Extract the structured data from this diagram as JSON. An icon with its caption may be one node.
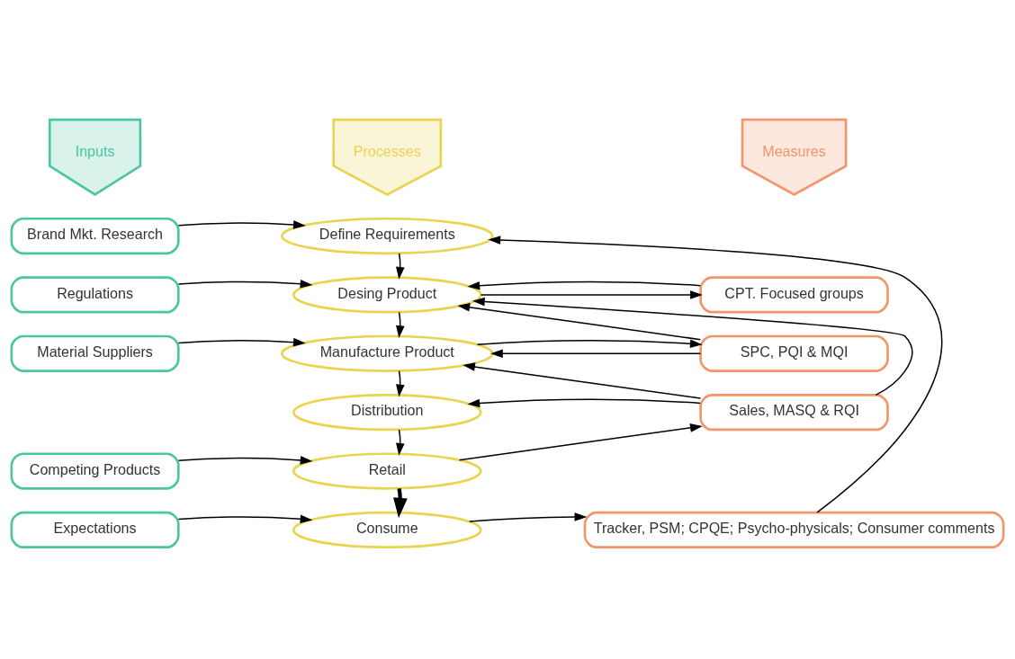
{
  "diagram": {
    "nodes": [
      {
        "text": [
          "Inputs"
        ]
      },
      {
        "text": [
          "Processes"
        ]
      },
      {
        "text": [
          "Measures"
        ]
      },
      {
        "text": [
          "Brand Mkt. Research"
        ]
      },
      {
        "text": [
          "Regulations"
        ]
      },
      {
        "text": [
          "Material Suppliers"
        ]
      },
      {
        "text": [
          "Competing Products"
        ]
      },
      {
        "text": [
          "Expectations"
        ]
      },
      {
        "text": [
          "Define Requirements"
        ]
      },
      {
        "text": [
          "Desing Product"
        ]
      },
      {
        "text": [
          "Manufacture Product"
        ]
      },
      {
        "text": [
          "Distribution"
        ]
      },
      {
        "text": [
          "Retail"
        ]
      },
      {
        "text": [
          "Consume"
        ]
      },
      {
        "text": [
          "CPT. Focused groups"
        ]
      },
      {
        "text": [
          "SPC, PQI & MQI"
        ]
      },
      {
        "text": [
          "Sales, MASQ & RQI"
        ]
      },
      {
        "text": [
          "Tracker, PSM; CPQE; Psycho-physicals; Consumer comments"
        ]
      }
    ],
    "edges": [
      {
        "from": 3,
        "to": 8,
        "arrow": "to"
      },
      {
        "from": 4,
        "to": 9,
        "arrow": "to"
      },
      {
        "from": 5,
        "to": 10,
        "arrow": "to"
      },
      {
        "from": 6,
        "to": 12,
        "arrow": "to"
      },
      {
        "from": 7,
        "to": 13,
        "arrow": "to"
      },
      {
        "from": 8,
        "to": 9,
        "arrow": "to"
      },
      {
        "from": 9,
        "to": 10,
        "arrow": "to"
      },
      {
        "from": 10,
        "to": 11,
        "arrow": "to"
      },
      {
        "from": 11,
        "to": 12,
        "arrow": "to"
      },
      {
        "from": 12,
        "to": 13,
        "arrow": "to",
        "style": "thick"
      },
      {
        "from": 9,
        "to": 14,
        "arrow": "to"
      },
      {
        "from": 14,
        "to": 9,
        "arrow": "to"
      },
      {
        "from": 15,
        "to": 9,
        "arrow": "to"
      },
      {
        "from": 15,
        "to": 10,
        "arrow": "to"
      },
      {
        "from": 10,
        "to": 15,
        "arrow": "to"
      },
      {
        "from": 16,
        "to": 9,
        "arrow": "to"
      },
      {
        "from": 16,
        "to": 10,
        "arrow": "to"
      },
      {
        "from": 16,
        "to": 11,
        "arrow": "to"
      },
      {
        "from": 12,
        "to": 16,
        "arrow": "to"
      },
      {
        "from": 13,
        "to": 17,
        "arrow": "to"
      },
      {
        "from": 17,
        "to": 8,
        "arrow": "to"
      }
    ]
  }
}
